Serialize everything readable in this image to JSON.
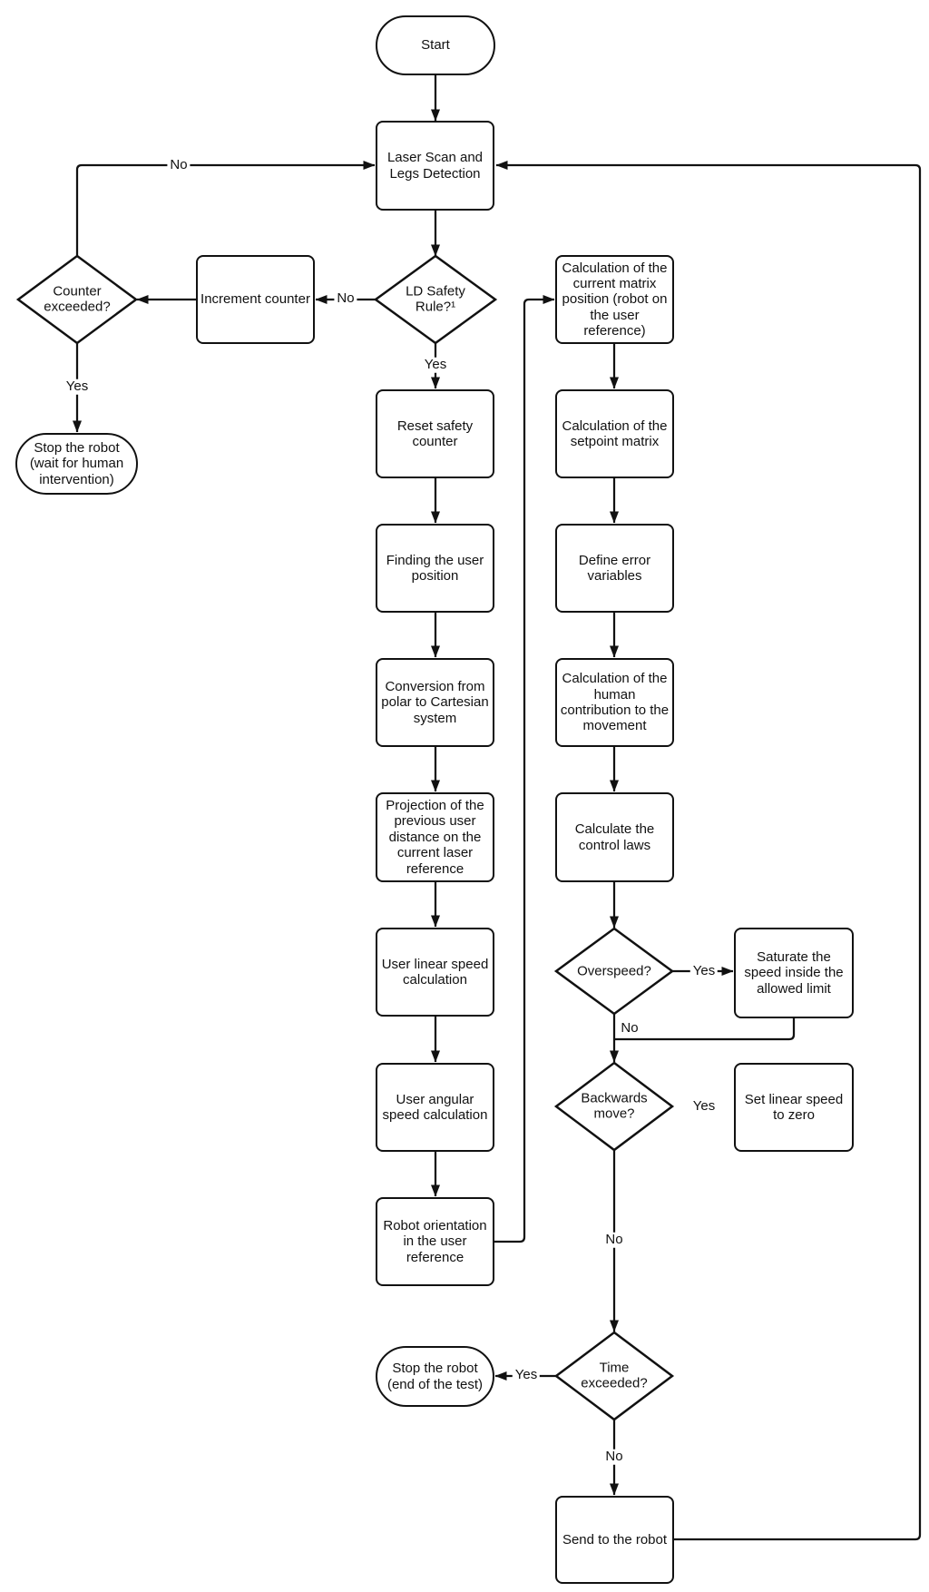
{
  "diagram": {
    "type": "flowchart",
    "colors": {
      "stroke": "#111111",
      "background": "#ffffff",
      "text": "#111111"
    }
  },
  "nodes": {
    "start": {
      "shape": "terminator",
      "label": "Start"
    },
    "laser_scan": {
      "shape": "process",
      "label": "Laser Scan and Legs Detection"
    },
    "ld_safety": {
      "shape": "decision",
      "label": "LD Safety Rule?¹"
    },
    "increment_counter": {
      "shape": "process",
      "label": "Increment counter"
    },
    "counter_exceeded": {
      "shape": "decision",
      "label": "Counter exceeded?"
    },
    "stop_wait": {
      "shape": "terminator",
      "label": "Stop the robot (wait for human intervention)"
    },
    "reset_safety": {
      "shape": "process",
      "label": "Reset safety counter"
    },
    "finding_user": {
      "shape": "process",
      "label": "Finding the user position"
    },
    "conversion_polar": {
      "shape": "process",
      "label": "Conversion from polar to Cartesian system"
    },
    "projection_prev": {
      "shape": "process",
      "label": "Projection of the previous user distance on the current laser reference"
    },
    "user_linear": {
      "shape": "process",
      "label": "User linear speed calculation"
    },
    "user_angular": {
      "shape": "process",
      "label": "User angular speed calculation"
    },
    "robot_orientation": {
      "shape": "process",
      "label": "Robot orientation in the user reference"
    },
    "calc_current_matrix": {
      "shape": "process",
      "label": "Calculation of the current matrix position (robot on the user reference)"
    },
    "calc_setpoint": {
      "shape": "process",
      "label": "Calculation of the setpoint matrix"
    },
    "define_error": {
      "shape": "process",
      "label": "Define error variables"
    },
    "calc_human": {
      "shape": "process",
      "label": "Calculation of the human contribution to the movement"
    },
    "calc_control": {
      "shape": "process",
      "label": "Calculate the control laws"
    },
    "overspeed": {
      "shape": "decision",
      "label": "Overspeed?"
    },
    "saturate": {
      "shape": "process",
      "label": "Saturate the speed inside the allowed limit"
    },
    "backwards": {
      "shape": "decision",
      "label": "Backwards move?"
    },
    "set_linear_zero": {
      "shape": "process",
      "label": "Set linear speed to zero"
    },
    "time_exceeded": {
      "shape": "decision",
      "label": "Time exceeded?"
    },
    "stop_end": {
      "shape": "terminator",
      "label": "Stop the robot (end of the test)"
    },
    "send_robot": {
      "shape": "process",
      "label": "Send to the robot"
    }
  },
  "edge_labels": {
    "ld_no": "No",
    "ld_yes": "Yes",
    "counter_no": "No",
    "counter_yes": "Yes",
    "overspeed_yes": "Yes",
    "overspeed_no": "No",
    "backwards_yes": "Yes",
    "backwards_no": "No",
    "time_yes": "Yes",
    "time_no": "No"
  },
  "edges": [
    {
      "from": "start",
      "to": "laser_scan",
      "label": ""
    },
    {
      "from": "laser_scan",
      "to": "ld_safety",
      "label": ""
    },
    {
      "from": "ld_safety",
      "to": "increment_counter",
      "label": "No"
    },
    {
      "from": "ld_safety",
      "to": "reset_safety",
      "label": "Yes"
    },
    {
      "from": "increment_counter",
      "to": "counter_exceeded",
      "label": ""
    },
    {
      "from": "counter_exceeded",
      "to": "laser_scan",
      "label": "No"
    },
    {
      "from": "counter_exceeded",
      "to": "stop_wait",
      "label": "Yes"
    },
    {
      "from": "reset_safety",
      "to": "finding_user",
      "label": ""
    },
    {
      "from": "finding_user",
      "to": "conversion_polar",
      "label": ""
    },
    {
      "from": "conversion_polar",
      "to": "projection_prev",
      "label": ""
    },
    {
      "from": "projection_prev",
      "to": "user_linear",
      "label": ""
    },
    {
      "from": "user_linear",
      "to": "user_angular",
      "label": ""
    },
    {
      "from": "user_angular",
      "to": "robot_orientation",
      "label": ""
    },
    {
      "from": "robot_orientation",
      "to": "calc_current_matrix",
      "label": ""
    },
    {
      "from": "calc_current_matrix",
      "to": "calc_setpoint",
      "label": ""
    },
    {
      "from": "calc_setpoint",
      "to": "define_error",
      "label": ""
    },
    {
      "from": "define_error",
      "to": "calc_human",
      "label": ""
    },
    {
      "from": "calc_human",
      "to": "calc_control",
      "label": ""
    },
    {
      "from": "calc_control",
      "to": "overspeed",
      "label": ""
    },
    {
      "from": "overspeed",
      "to": "saturate",
      "label": "Yes"
    },
    {
      "from": "overspeed",
      "to": "backwards",
      "label": "No"
    },
    {
      "from": "saturate",
      "to": "backwards",
      "label": ""
    },
    {
      "from": "backwards",
      "to": "set_linear_zero",
      "label": "Yes"
    },
    {
      "from": "backwards",
      "to": "time_exceeded",
      "label": "No"
    },
    {
      "from": "time_exceeded",
      "to": "stop_end",
      "label": "Yes"
    },
    {
      "from": "time_exceeded",
      "to": "send_robot",
      "label": "No"
    },
    {
      "from": "send_robot",
      "to": "laser_scan",
      "label": ""
    }
  ]
}
